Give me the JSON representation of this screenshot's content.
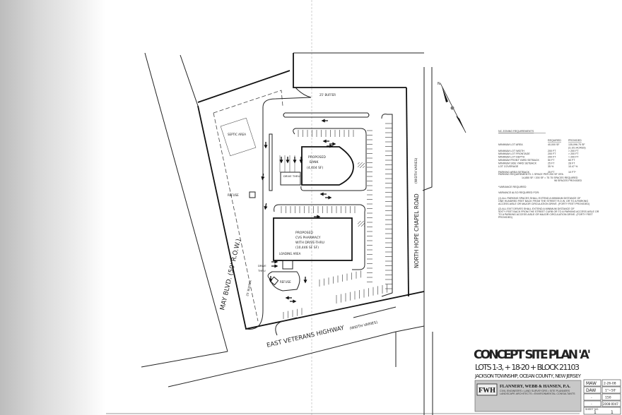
{
  "drawing": {
    "labels": {
      "buffer_top": "25' BUFFER",
      "buffer_left": "25' BUFFER",
      "septic": "SEPTIC AREA",
      "refuse_1": "REFUSE",
      "refuse_2": "REFUSE",
      "bank_1": "PROPOSED",
      "bank_2": "BANK",
      "bank_3": "(4,404 SF)",
      "bank_drive": "DRIVE THRU",
      "cvs_1": "PROPOSED",
      "cvs_2": "CVS PHARMACY",
      "cvs_3": "WITH DRIVE-THRU",
      "cvs_4": "(10,446 SF SF)",
      "loading": "LOADING AREA",
      "cvs_drive_1": "DRIVE",
      "cvs_drive_2": "THRU",
      "may_blvd": "MAY BLVD. (50' R.O.W.)",
      "highway": "EAST VETERANS HIGHWAY",
      "highway_note": "(WIDTH VARIES)",
      "chapel_road": "NORTH HOPE CHAPEL ROAD",
      "chapel_note": "(WIDTH VARIES)",
      "north": "N"
    }
  },
  "zoning": {
    "title": "NC ZONING REQUIREMENTS",
    "headers": [
      "REQUIRED",
      "PROVIDED"
    ],
    "rows": [
      {
        "label": "MINIMUM LOT AREA",
        "required": "40,000 SF",
        "provided": "135,096.75 SF"
      },
      {
        "label": "",
        "required": "",
        "provided": "(3.101 ACRES)"
      },
      {
        "label": "MINIMUM LOT WIDTH",
        "required": "200 FT",
        "provided": "> 200 FT"
      },
      {
        "label": "MINIMUM LOT FRONTAGE",
        "required": "200 FT",
        "provided": "> 200 FT"
      },
      {
        "label": "MINIMUM LOT DEPTH",
        "required": "200 FT",
        "provided": "> 200 FT"
      },
      {
        "label": "MINIMUM FRONT YARD SETBACK",
        "required": "50 FT",
        "provided": "60 FT"
      },
      {
        "label": "MINIMUM SIDE YARD SETBACK",
        "required": "25 FT",
        "provided": "28 FT"
      },
      {
        "label": "LOT COVERAGE",
        "required": "35 %",
        "provided": "10.47 %"
      },
      {
        "label": "PARKING AREA SETBACK",
        "required": "25 FT",
        "provided": "10 FT*"
      }
    ],
    "parking_1": "PARKING REQUIREMENTS: 1 SPACE PER 200 SF GFA",
    "parking_2": "14,850 SF / 200 SF = 75   75 SPACES REQUIRED",
    "parking_3": "96   SPACES PROVIDED",
    "note_1": "*VARIANCE REQUIRED",
    "note_2": "VARIANCE ALSO REQUIRED FOR:",
    "note_3a": "(1)   ALL PARKING SPACES SHALL EXTEND A MINIMUM DISTANCE OF",
    "note_3b": "ONE HUNDRED FEET BACK FROM THE STREET R.O.W. OR TO A PARKING",
    "note_3c": "ACCESS AISLE OR MAJOR CIRCULATION DRIVE. (FORTY FEET PROVIDED)",
    "note_4a": "(2)   ALL EXIT DRIVES SHALL EXTEND A MINIMUM DISTANCE OF",
    "note_4b": "SIXTY FEET BACK FROM THE STREET CURB OR TO A PARKING ACCESS AISLE OR",
    "note_4c": "TO A PARKING ACCESS AISLE OR MAJOR CIRCULATION DRIVE. (FORTY FEET",
    "note_4d": "PROVIDED)"
  },
  "title_block": {
    "title": "CONCEPT SITE PLAN 'A'",
    "lots": "LOTS 1-3, + 18-20 + BLOCK 21103",
    "location": "JACKSON TOWNSHIP, OCEAN COUNTY, NEW JERSEY",
    "firm_logo": "FWH",
    "firm_name": "FLANNERY, WEBB & HANSEN, P.A.",
    "firm_services_1": "CIVIL ENGINEERS  •  LAND SURVEYORS  •  SITE PLANNERS",
    "firm_services_2": "LANDSCAPE ARCHITECTS  •  ENVIRONMENTAL CONSULTANTS",
    "drawn_by": "MAW",
    "date": "2-26-08",
    "designed_by": "DAW",
    "scale": "1\"=50'",
    "checked_by": "-",
    "job_no": "150",
    "released_by": "-",
    "project_no": "2008-0047",
    "sheet_label": "SHEET NO.",
    "sheet_no": "1",
    "sheet_of": "1"
  }
}
